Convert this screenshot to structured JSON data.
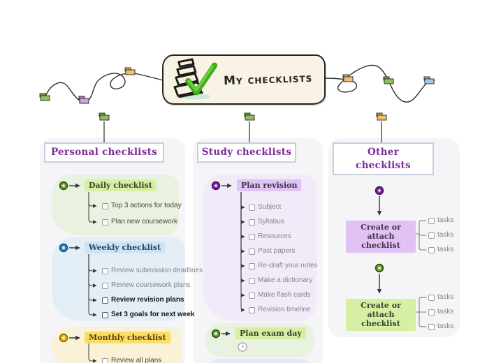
{
  "center": {
    "label": "My checklists",
    "icon": "checklist-check-icon"
  },
  "palette": {
    "title_text": "#7c2d99",
    "title_border": "#ccccdf",
    "column_bg": "#f5f5f7",
    "green": {
      "circle": "#71a833",
      "highlight": "#d7efa3",
      "blob": "#e9f1e1"
    },
    "blue": {
      "circle": "#2e9bd6",
      "highlight": "#cbe5f6",
      "blob": "#e4eef7"
    },
    "yellow": {
      "circle": "#f5b81c",
      "highlight": "#f8df63",
      "blob": "#f9f2d6"
    },
    "purple": {
      "circle": "#8e24aa",
      "highlight": "#e0c2f4",
      "blob": "#f1eaf8"
    },
    "center_node_bg": "#f8f3e4",
    "check_green": "#45b320"
  },
  "floating_nodes": {
    "left": [
      "green",
      "purple",
      "orange"
    ],
    "right": [
      "orange",
      "green",
      "blue"
    ]
  },
  "columns": [
    {
      "title": "Personal checklists",
      "sections": [
        {
          "label": "Daily checklist",
          "color": "green",
          "items": [
            "Top 3 actions for today",
            "Plan new coursework"
          ]
        },
        {
          "label": "Weekly checklist",
          "color": "blue",
          "items": [
            "Review submission deadlines",
            "Review coursework plans",
            "Review revision plans",
            "Set 3 goals for next week"
          ]
        },
        {
          "label": "Monthly checklist",
          "color": "yellow",
          "items": [
            "Review all plans"
          ]
        }
      ]
    },
    {
      "title": "Study checklists",
      "sections": [
        {
          "label": "Plan revision",
          "color": "purple",
          "items": [
            "Subject",
            "Syllabus",
            "Resources",
            "Past papers",
            "Re-draft your notes",
            "Make a dictionary",
            "Make flash cards",
            "Revision timeline"
          ]
        },
        {
          "label": "Plan exam day",
          "color": "green",
          "icon": "clock-icon",
          "items": []
        }
      ]
    },
    {
      "title": "Other checklists",
      "sections": [
        {
          "label": "Create or attach checklist",
          "color": "purple",
          "items": [
            "tasks",
            "tasks",
            "tasks"
          ]
        },
        {
          "label": "Create or attach checklist",
          "color": "green",
          "items": [
            "tasks",
            "tasks",
            "tasks"
          ]
        }
      ]
    }
  ]
}
